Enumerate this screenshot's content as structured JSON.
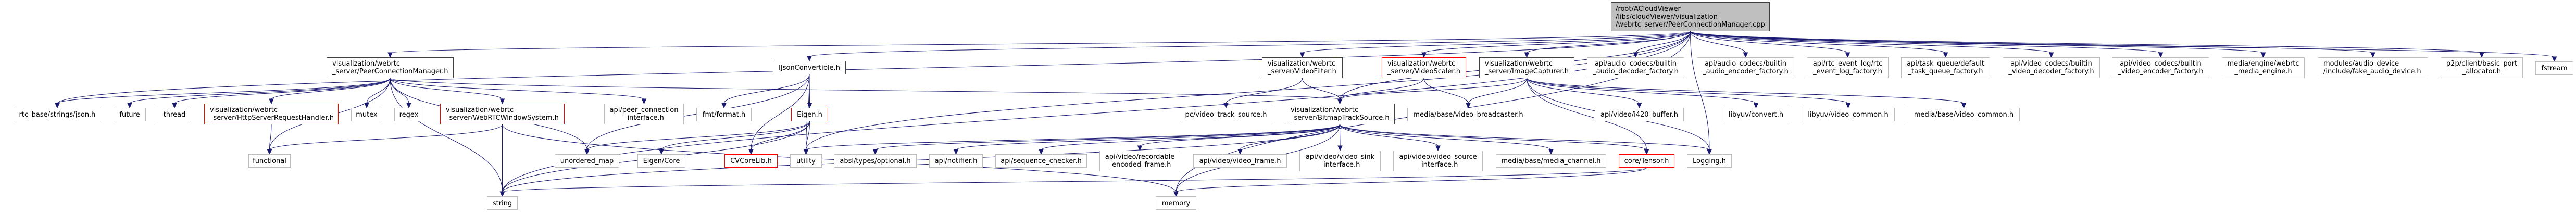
{
  "graph": {
    "title": "Include dependency graph for PeerConnectionManager.cpp",
    "colors": {
      "edge": "#191970",
      "root_fill": "#bfbfbf",
      "documented_border": "#404040",
      "undocumented_border": "#bfbfbf",
      "missing_border": "#ff0000"
    },
    "nodes": [
      {
        "id": "root",
        "label": "/root/ACloudViewer\n/libs/cloudViewer/visualization\n/webrtc_server/PeerConnectionManager.cpp",
        "kind": "root"
      },
      {
        "id": "pcm_h",
        "label": "visualization/webrtc\n_server/PeerConnectionManager.h",
        "kind": "doc"
      },
      {
        "id": "ijson",
        "label": "IJsonConvertible.h",
        "kind": "doc"
      },
      {
        "id": "videofilter",
        "label": "visualization/webrtc\n_server/VideoFilter.h",
        "kind": "doc"
      },
      {
        "id": "videoscaler",
        "label": "visualization/webrtc\n_server/VideoScaler.h",
        "kind": "red"
      },
      {
        "id": "imagecapturer",
        "label": "visualization/webrtc\n_server/ImageCapturer.h",
        "kind": "doc"
      },
      {
        "id": "audio_dec",
        "label": "api/audio_codecs/builtin\n_audio_decoder_factory.h",
        "kind": "plain"
      },
      {
        "id": "audio_enc",
        "label": "api/audio_codecs/builtin\n_audio_encoder_factory.h",
        "kind": "plain"
      },
      {
        "id": "rtc_event",
        "label": "api/rtc_event_log/rtc\n_event_log_factory.h",
        "kind": "plain"
      },
      {
        "id": "task_queue",
        "label": "api/task_queue/default\n_task_queue_factory.h",
        "kind": "plain"
      },
      {
        "id": "video_dec",
        "label": "api/video_codecs/builtin\n_video_decoder_factory.h",
        "kind": "plain"
      },
      {
        "id": "video_enc",
        "label": "api/video_codecs/builtin\n_video_encoder_factory.h",
        "kind": "plain"
      },
      {
        "id": "media_engine",
        "label": "media/engine/webrtc\n_media_engine.h",
        "kind": "plain"
      },
      {
        "id": "fake_audio",
        "label": "modules/audio_device\n/include/fake_audio_device.h",
        "kind": "plain"
      },
      {
        "id": "port_alloc",
        "label": "p2p/client/basic_port\n_allocator.h",
        "kind": "plain"
      },
      {
        "id": "fstream",
        "label": "fstream",
        "kind": "plain"
      },
      {
        "id": "json_h",
        "label": "rtc_base/strings/json.h",
        "kind": "plain"
      },
      {
        "id": "future",
        "label": "future",
        "kind": "plain"
      },
      {
        "id": "thread",
        "label": "thread",
        "kind": "plain"
      },
      {
        "id": "httpreq",
        "label": "visualization/webrtc\n_server/HttpServerRequestHandler.h",
        "kind": "red"
      },
      {
        "id": "mutex",
        "label": "mutex",
        "kind": "plain"
      },
      {
        "id": "regex",
        "label": "regex",
        "kind": "plain"
      },
      {
        "id": "winsys",
        "label": "visualization/webrtc\n_server/WebRTCWindowSystem.h",
        "kind": "red"
      },
      {
        "id": "peer_iface",
        "label": "api/peer_connection\n_interface.h",
        "kind": "plain"
      },
      {
        "id": "fmt",
        "label": "fmt/format.h",
        "kind": "plain"
      },
      {
        "id": "eigen_h",
        "label": "Eigen.h",
        "kind": "red"
      },
      {
        "id": "pc_vts",
        "label": "pc/video_track_source.h",
        "kind": "plain"
      },
      {
        "id": "bitmap",
        "label": "visualization/webrtc\n_server/BitmapTrackSource.h",
        "kind": "doc"
      },
      {
        "id": "broadcaster",
        "label": "media/base/video_broadcaster.h",
        "kind": "plain"
      },
      {
        "id": "i420",
        "label": "api/video/i420_buffer.h",
        "kind": "plain"
      },
      {
        "id": "libyuv_conv",
        "label": "libyuv/convert.h",
        "kind": "plain"
      },
      {
        "id": "libyuv_vc",
        "label": "libyuv/video_common.h",
        "kind": "plain"
      },
      {
        "id": "media_vc",
        "label": "media/base/video_common.h",
        "kind": "plain"
      },
      {
        "id": "functional",
        "label": "functional",
        "kind": "plain"
      },
      {
        "id": "unordered_map",
        "label": "unordered_map",
        "kind": "plain"
      },
      {
        "id": "eigen_core",
        "label": "Eigen/Core",
        "kind": "plain"
      },
      {
        "id": "cvcorelib",
        "label": "CVCoreLib.h",
        "kind": "red"
      },
      {
        "id": "utility",
        "label": "utility",
        "kind": "plain"
      },
      {
        "id": "absl_opt",
        "label": "absl/types/optional.h",
        "kind": "plain"
      },
      {
        "id": "notifier",
        "label": "api/notifier.h",
        "kind": "plain"
      },
      {
        "id": "seq_checker",
        "label": "api/sequence_checker.h",
        "kind": "plain"
      },
      {
        "id": "rec_frame",
        "label": "api/video/recordable\n_encoded_frame.h",
        "kind": "plain"
      },
      {
        "id": "video_frame",
        "label": "api/video/video_frame.h",
        "kind": "plain"
      },
      {
        "id": "sink_iface",
        "label": "api/video/video_sink\n_interface.h",
        "kind": "plain"
      },
      {
        "id": "source_iface",
        "label": "api/video/video_source\n_interface.h",
        "kind": "plain"
      },
      {
        "id": "media_channel",
        "label": "media/base/media_channel.h",
        "kind": "plain"
      },
      {
        "id": "tensor",
        "label": "core/Tensor.h",
        "kind": "red"
      },
      {
        "id": "logging",
        "label": "Logging.h",
        "kind": "plain"
      },
      {
        "id": "string",
        "label": "string",
        "kind": "plain"
      },
      {
        "id": "memory",
        "label": "memory",
        "kind": "plain"
      }
    ],
    "edges": [
      [
        "root",
        "pcm_h"
      ],
      [
        "root",
        "ijson"
      ],
      [
        "root",
        "videofilter"
      ],
      [
        "root",
        "videoscaler"
      ],
      [
        "root",
        "imagecapturer"
      ],
      [
        "root",
        "audio_dec"
      ],
      [
        "root",
        "audio_enc"
      ],
      [
        "root",
        "rtc_event"
      ],
      [
        "root",
        "task_queue"
      ],
      [
        "root",
        "video_dec"
      ],
      [
        "root",
        "video_enc"
      ],
      [
        "root",
        "media_engine"
      ],
      [
        "root",
        "fake_audio"
      ],
      [
        "root",
        "port_alloc"
      ],
      [
        "root",
        "fstream"
      ],
      [
        "root",
        "bitmap"
      ],
      [
        "root",
        "json_h"
      ],
      [
        "root",
        "utility"
      ],
      [
        "root",
        "logging"
      ],
      [
        "root",
        "string"
      ],
      [
        "root",
        "memory"
      ],
      [
        "pcm_h",
        "json_h"
      ],
      [
        "pcm_h",
        "future"
      ],
      [
        "pcm_h",
        "thread"
      ],
      [
        "pcm_h",
        "httpreq"
      ],
      [
        "pcm_h",
        "mutex"
      ],
      [
        "pcm_h",
        "regex"
      ],
      [
        "pcm_h",
        "winsys"
      ],
      [
        "pcm_h",
        "peer_iface"
      ],
      [
        "pcm_h",
        "unordered_map"
      ],
      [
        "pcm_h",
        "bitmap"
      ],
      [
        "pcm_h",
        "functional"
      ],
      [
        "pcm_h",
        "string"
      ],
      [
        "httpreq",
        "functional"
      ],
      [
        "winsys",
        "functional"
      ],
      [
        "winsys",
        "string"
      ],
      [
        "winsys",
        "memory"
      ],
      [
        "ijson",
        "fmt"
      ],
      [
        "ijson",
        "eigen_h"
      ],
      [
        "ijson",
        "cvcorelib"
      ],
      [
        "ijson",
        "utility"
      ],
      [
        "ijson",
        "unordered_map"
      ],
      [
        "eigen_h",
        "cvcorelib"
      ],
      [
        "eigen_h",
        "utility"
      ],
      [
        "eigen_h",
        "unordered_map"
      ],
      [
        "eigen_h",
        "eigen_core"
      ],
      [
        "eigen_h",
        "string"
      ],
      [
        "videofilter",
        "pc_vts"
      ],
      [
        "videofilter",
        "bitmap"
      ],
      [
        "videoscaler",
        "bitmap"
      ],
      [
        "videoscaler",
        "broadcaster"
      ],
      [
        "imagecapturer",
        "bitmap"
      ],
      [
        "imagecapturer",
        "broadcaster"
      ],
      [
        "imagecapturer",
        "i420"
      ],
      [
        "imagecapturer",
        "libyuv_conv"
      ],
      [
        "imagecapturer",
        "libyuv_vc"
      ],
      [
        "imagecapturer",
        "media_vc"
      ],
      [
        "imagecapturer",
        "tensor"
      ],
      [
        "imagecapturer",
        "logging"
      ],
      [
        "bitmap",
        "absl_opt"
      ],
      [
        "bitmap",
        "notifier"
      ],
      [
        "bitmap",
        "seq_checker"
      ],
      [
        "bitmap",
        "rec_frame"
      ],
      [
        "bitmap",
        "video_frame"
      ],
      [
        "bitmap",
        "sink_iface"
      ],
      [
        "bitmap",
        "source_iface"
      ],
      [
        "bitmap",
        "media_channel"
      ],
      [
        "bitmap",
        "tensor"
      ],
      [
        "bitmap",
        "logging"
      ],
      [
        "bitmap",
        "memory"
      ],
      [
        "bitmap",
        "string"
      ],
      [
        "bitmap",
        "utility"
      ],
      [
        "tensor",
        "memory"
      ],
      [
        "tensor",
        "string"
      ]
    ]
  }
}
